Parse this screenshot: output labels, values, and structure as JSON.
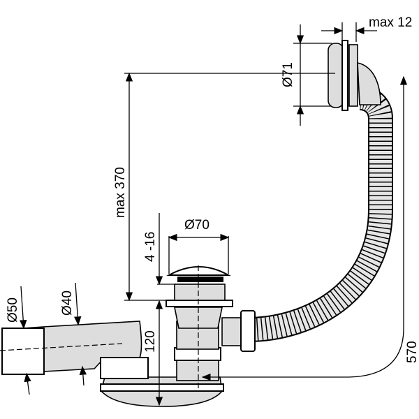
{
  "title": "Bath waste and overflow set — dimension drawing",
  "dimensions": {
    "overflow_thickness": "max 12",
    "overflow_diameter": "Ø71",
    "height_max": "max 370",
    "plug_adjust": "4 -16",
    "plug_diameter": "Ø70",
    "outlet_outer_diameter": "Ø50",
    "outlet_inner_diameter": "Ø40",
    "trap_height": "120",
    "hose_length": "570"
  },
  "colors": {
    "line": "#000000",
    "fill": "#dddddd",
    "background": "#ffffff"
  }
}
